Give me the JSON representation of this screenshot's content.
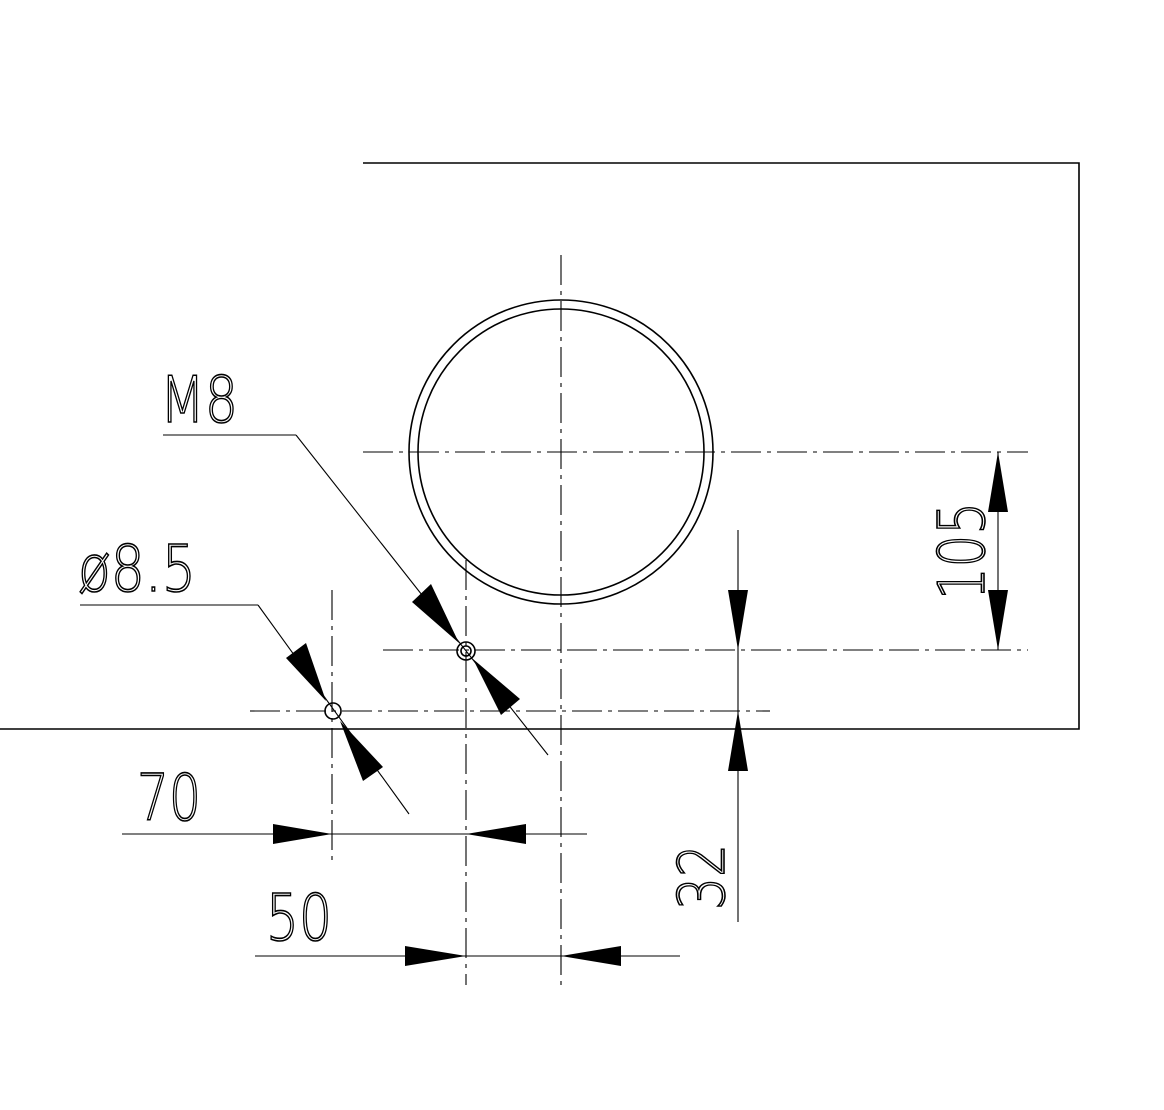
{
  "labels": {
    "thread": "M8",
    "hole": "ø8.5",
    "dim_70": "70",
    "dim_50": "50",
    "dim_105": "105",
    "dim_32": "32"
  }
}
